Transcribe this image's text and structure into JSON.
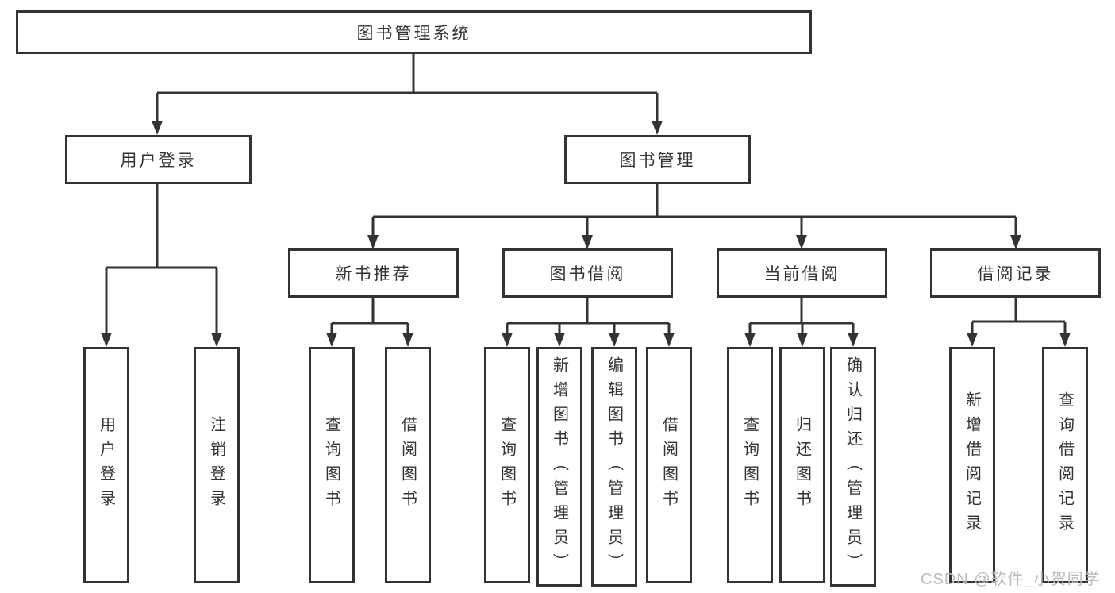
{
  "tree": {
    "label": "图书管理系统",
    "children": [
      {
        "label": "用户登录",
        "children": [
          {
            "label": "用户登录"
          },
          {
            "label": "注销登录"
          }
        ]
      },
      {
        "label": "图书管理",
        "children": [
          {
            "label": "新书推荐",
            "children": [
              {
                "label": "查询图书"
              },
              {
                "label": "借阅图书"
              }
            ]
          },
          {
            "label": "图书借阅",
            "children": [
              {
                "label": "查询图书"
              },
              {
                "label": "新增图书（管理员）"
              },
              {
                "label": "编辑图书（管理员）"
              },
              {
                "label": "借阅图书"
              }
            ]
          },
          {
            "label": "当前借阅",
            "children": [
              {
                "label": "查询图书"
              },
              {
                "label": "归还图书"
              },
              {
                "label": "确认归还（管理员）"
              }
            ]
          },
          {
            "label": "借阅记录",
            "children": [
              {
                "label": "新增借阅记录"
              },
              {
                "label": "查询借阅记录"
              }
            ]
          }
        ]
      }
    ]
  },
  "watermark": "CSDN @软件_小贺同学",
  "colors": {
    "line": "#333333",
    "text": "#333333",
    "box_background": "#ffffff",
    "watermark": "#bbbbbb"
  }
}
